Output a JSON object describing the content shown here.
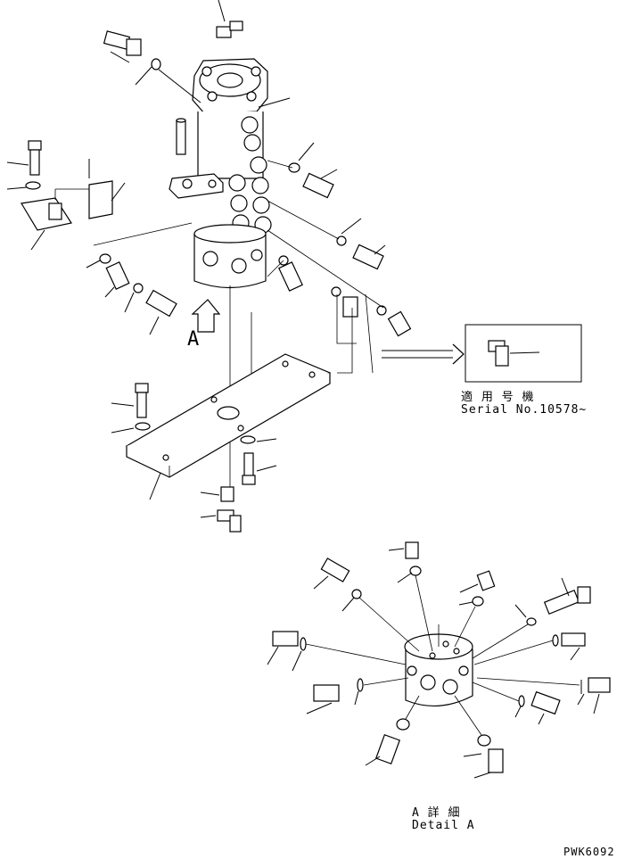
{
  "labels": {
    "view_arrow": "A",
    "applicable_jp": "適 用 号 機",
    "serial": "Serial No.10578~",
    "detail_jp": "A 詳 細",
    "detail_en": "Detail A",
    "drawing_code": "PWK6092"
  }
}
